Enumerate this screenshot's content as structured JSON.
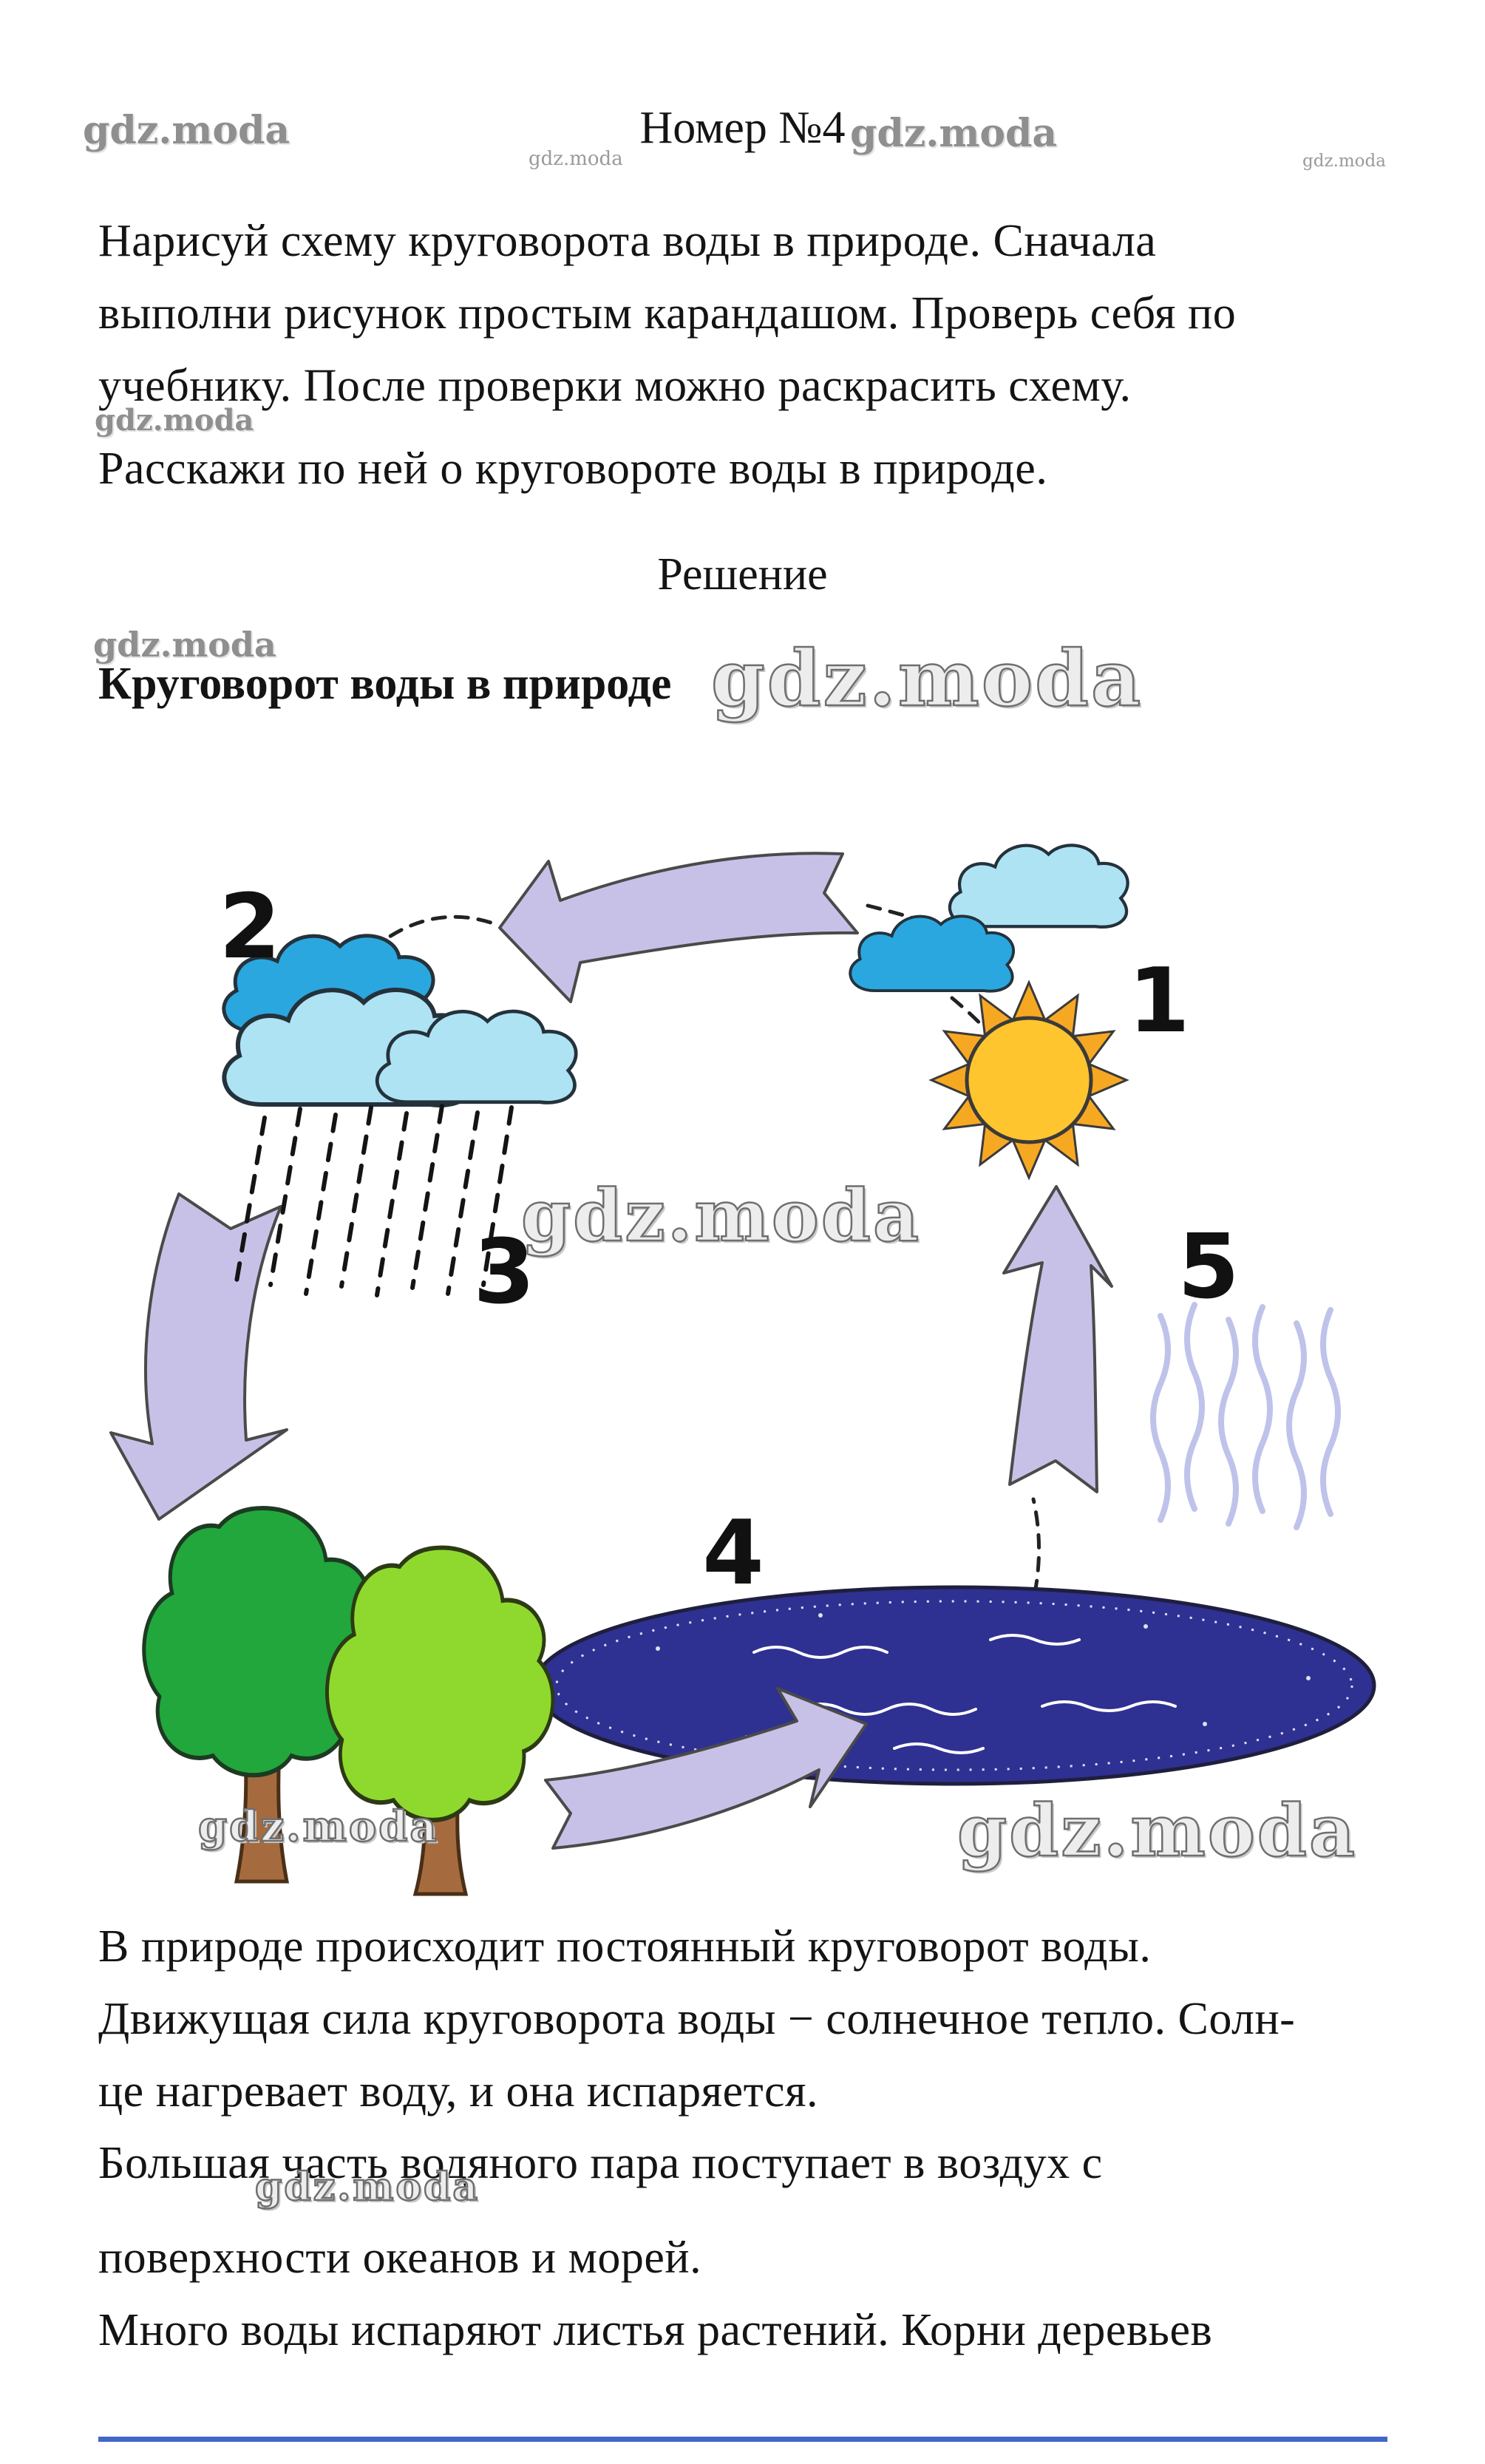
{
  "watermark": "gdz.moda",
  "header": {
    "title": "Номер №4"
  },
  "task": {
    "lines": [
      "Нарисуй схему круговорота воды в природе. Сначала",
      "выполни рисунок простым карандашом. Проверь себя по",
      "учебнику. После проверки можно раскрасить схему.",
      "Расскажи по ней о круговороте воды в природе."
    ]
  },
  "solution": {
    "heading": "Решение",
    "diagram_title": "Круговорот воды в природе"
  },
  "diagram": {
    "labels": {
      "sun": "1",
      "clouds": "2",
      "rain": "3",
      "lake": "4",
      "evaporation": "5"
    }
  },
  "body": {
    "lines": [
      "В природе происходит постоянный круговорот воды.",
      "Движущая сила круговорота воды − солнечное тепло. Солн-",
      "це нагревает воду, и она испаряется.",
      "Большая часть водяного пара поступает в воздух с",
      "поверхности океанов и морей.",
      "Много воды испаряют листья растений. Корни деревьев"
    ]
  },
  "colors": {
    "sun": "#FFC52F",
    "sun_ray": "#F7A823",
    "cloud_dark": "#2AA7DF",
    "cloud_light": "#AEE3F4",
    "arrow": "#C8C1E7",
    "lake": "#2E3192",
    "tree_dark": "#21A73C",
    "tree_light": "#8FD92E",
    "trunk": "#A56B3F",
    "vapor": "#BFC3EA",
    "divider": "#4267C9"
  }
}
